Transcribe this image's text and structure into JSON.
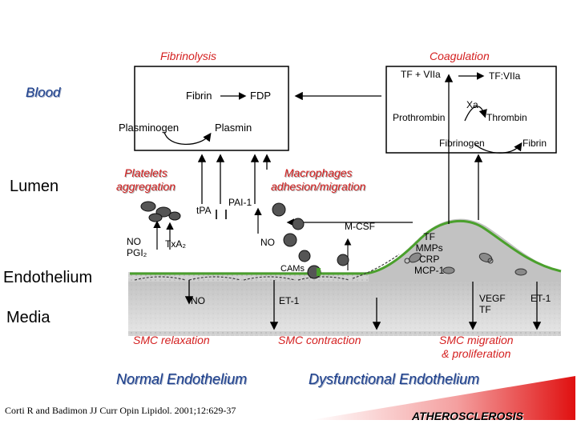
{
  "regions": {
    "blood": "Blood",
    "lumen": "Lumen",
    "endothelium": "Endothelium",
    "media": "Media"
  },
  "fibrinolysis": {
    "title": "Fibrinolysis",
    "fibrin": "Fibrin",
    "fdp": "FDP",
    "plasminogen": "Plasminogen",
    "plasmin": "Plasmin"
  },
  "coagulation": {
    "title": "Coagulation",
    "tf_viia_plus": "TF + VIIa",
    "tf_viia": "TF:VIIa",
    "xa": "Xa",
    "prothrombin": "Prothrombin",
    "thrombin": "Thrombin",
    "fibrinogen": "Fibrinogen",
    "fibrin": "Fibrin"
  },
  "lumen_labels": {
    "platelets": "Platelets\naggregation",
    "macrophages": "Macrophages\nadhesion/migration",
    "tpa": "tPA",
    "pai1": "PAI-1",
    "mcsf": "M-CSF",
    "no_pgi2": "NO\nPGI₂",
    "txa2": "TxA₂",
    "no_right": "NO",
    "cams": "CAMs",
    "plaque": "TF\nMMPs\nCRP\nMCP-1"
  },
  "media_labels": {
    "no": "NO",
    "et1": "ET-1",
    "vegf": "VEGF\nTF",
    "et1_right": "ET-1"
  },
  "outcomes": {
    "relaxation": "SMC relaxation",
    "contraction": "SMC contraction",
    "migration": "SMC migration\n& proliferation"
  },
  "states": {
    "normal": "Normal Endothelium",
    "dysfunctional": "Dysfunctional Endothelium"
  },
  "citation": "Corti R and Badimon JJ Curr Opin Lipidol. 2001;12:629-37",
  "atherosclerosis": "ATHEROSCLEROSIS",
  "colors": {
    "red_label": "#d42020",
    "blue_label": "#1c3f8c",
    "endothelium_green": "#4aa02c",
    "tissue_gray": "#c8c8c8",
    "arrow_red": "#e01010"
  }
}
